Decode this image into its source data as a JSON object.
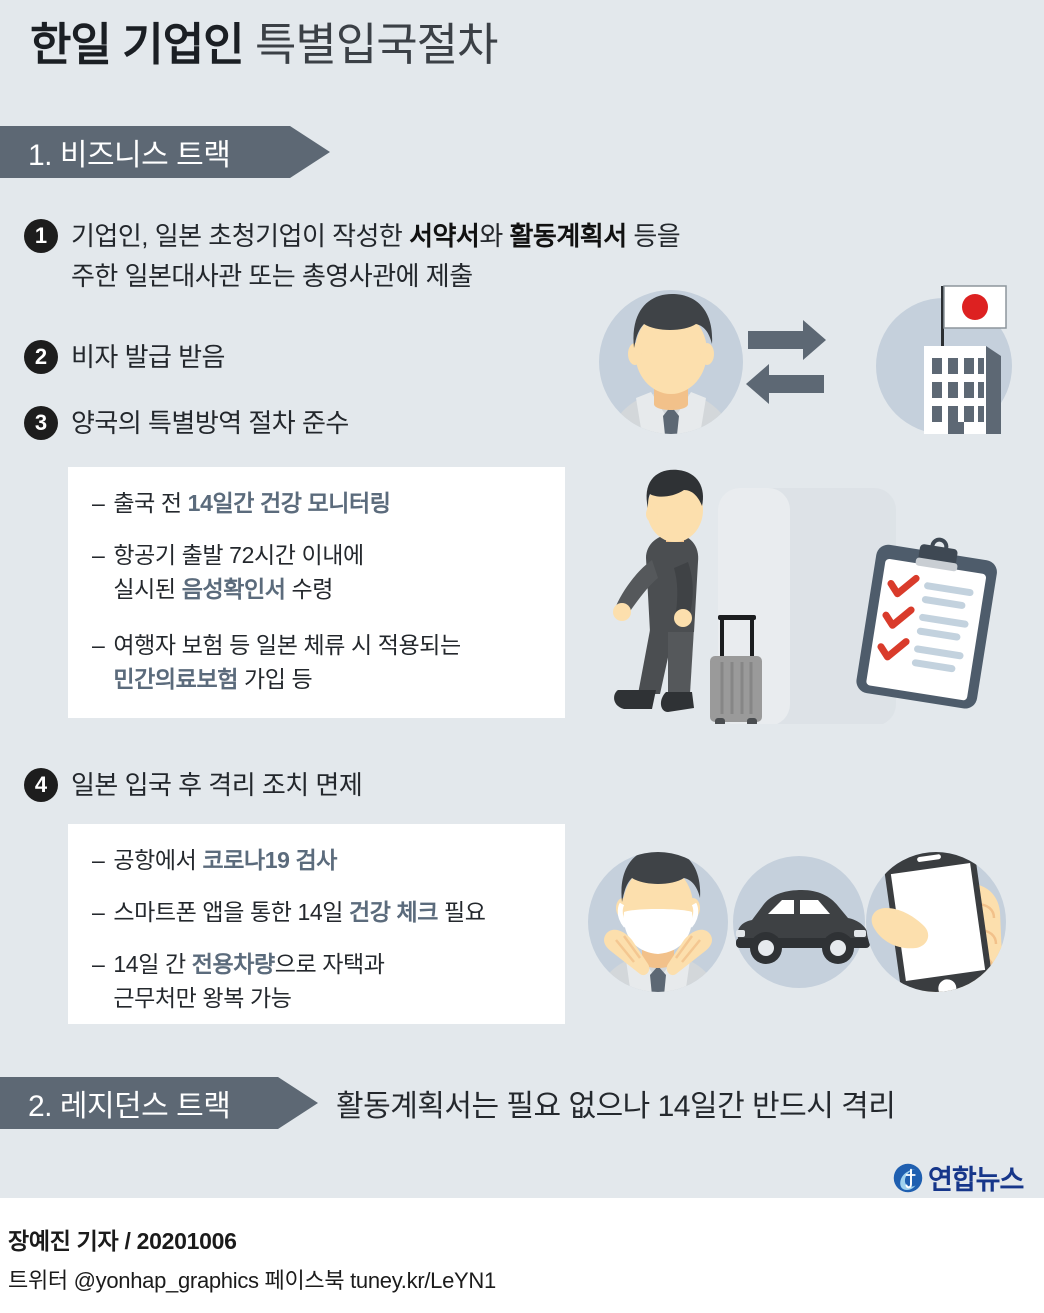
{
  "title": {
    "bold": "한일 기업인",
    "normal": "특별입국절차"
  },
  "colors": {
    "background": "#e3e8ec",
    "banner": "#5d6874",
    "accent_blue_gray": "#5b6b7c",
    "badge": "#1d1d1d",
    "logo_blue": "#16368a",
    "flag_red": "#dd2121",
    "check_red": "#d93b2b"
  },
  "sections": [
    {
      "banner_label": "1. 비즈니스 트랙",
      "steps": [
        {
          "number": "❶",
          "num_plain": "1",
          "line1_pre": "기업인, 일본 초청기업이 작성한 ",
          "line1_bold1": "서약서",
          "line1_mid": "와 ",
          "line1_bold2": "활동계획서",
          "line1_post": " 등을",
          "line2": "주한 일본대사관 또는 총영사관에 제출"
        },
        {
          "number": "❷",
          "num_plain": "2",
          "line1": "비자 발급 받음"
        },
        {
          "number": "❸",
          "num_plain": "3",
          "line1": "양국의 특별방역 절차 준수",
          "details": [
            {
              "pre": "출국 전 ",
              "hl": "14일간 건강 모니터링",
              "post": ""
            },
            {
              "pre": "항공기 출발 72시간 이내에",
              "line2_pre": "실시된 ",
              "line2_hl": "음성확인서",
              "line2_post": " 수령"
            },
            {
              "pre": "여행자 보험 등 일본 체류 시 적용되는",
              "line2_hl": "민간의료보험",
              "line2_post": " 가입 등"
            }
          ]
        },
        {
          "number": "❹",
          "num_plain": "4",
          "line1": "일본 입국 후 격리 조치 면제",
          "details": [
            {
              "pre": "공항에서 ",
              "hl": "코로나19 검사",
              "post": ""
            },
            {
              "pre": "스마트폰 앱을 통한 14일 ",
              "hl": "건강 체크",
              "post": " 필요"
            },
            {
              "pre": "14일 간 ",
              "hl": "전용차량",
              "post": "으로 자택과",
              "line2": "근무처만 왕복 가능"
            }
          ]
        }
      ]
    },
    {
      "banner_label": "2. 레지던스 트랙",
      "note": "활동계획서는 필요 없으나 14일간 반드시 격리"
    }
  ],
  "illustrations": [
    {
      "name": "businessman-japan-building",
      "parts": [
        "businessman-avatar",
        "exchange-arrows",
        "japan-flag",
        "office-building"
      ]
    },
    {
      "name": "traveler-with-luggage-checklist",
      "parts": [
        "walking-businessman",
        "suitcase",
        "clipboard-checklist"
      ]
    },
    {
      "name": "quarantine-icons",
      "parts": [
        "man-wearing-mask",
        "private-car",
        "hand-holding-smartphone"
      ]
    }
  ],
  "footer": {
    "logo_text": "연합뉴스",
    "credit_line1": "장예진 기자 / 20201006",
    "credit_line2": "트위터 @yonhap_graphics  페이스북 tuney.kr/LeYN1"
  }
}
